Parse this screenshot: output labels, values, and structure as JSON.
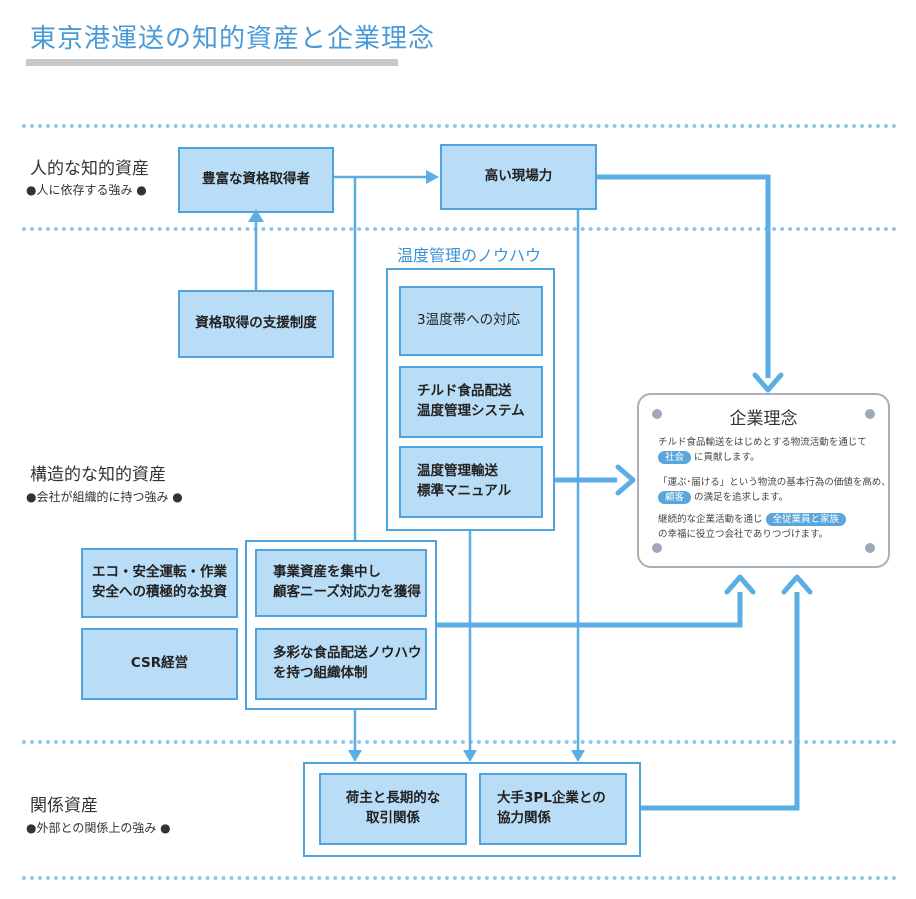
{
  "page_title": "東京港運送の知的資産と企業理念",
  "sections": {
    "human": {
      "title": "人的な知的資産",
      "subtitle": "●人に依存する強み ●"
    },
    "structural": {
      "title": "構造的な知的資産",
      "subtitle": "●会社が組織的に持つ強み ●"
    },
    "relational": {
      "title": "関係資産",
      "subtitle": "●外部との関係上の強み ●"
    }
  },
  "boxes": {
    "qualified_staff": "豊富な資格取得者",
    "field_strength": "高い現場力",
    "qualification_support": "資格取得の支援制度",
    "temp_zones": "3温度帯への対応",
    "chilled_system_1": "チルド食品配送",
    "chilled_system_2": "温度管理システム",
    "temp_manual_1": "温度管理輸送",
    "temp_manual_2": "標準マニュアル",
    "eco_1": "エコ・安全運転・作業",
    "eco_2": "安全への積極的な投資",
    "csr": "CSR経営",
    "concentration_1": "事業資産を集中し",
    "concentration_2": "顧客ニーズ対応力を獲得",
    "organization_1": "多彩な食品配送ノウハウ",
    "organization_2": "を持つ組織体制",
    "shipper_1": "荷主と長期的な",
    "shipper_2": "取引関係",
    "partner_1": "大手3PL企業との",
    "partner_2": "協力関係"
  },
  "temperature_group_title": "温度管理のノウハウ",
  "philosophy": {
    "title": "企業理念",
    "p1_line1": "チルド食品輸送をはじめとする物流活動を通じて",
    "p1_pill": "社会",
    "p1_line2": "に貢献します。",
    "p2_line1": "「運ぶ･届ける」という物流の基本行為の価値を高め、",
    "p2_pill": "顧客",
    "p2_line2": "の満足を追求します。",
    "p3_line1": "継続的な企業活動を通じ",
    "p3_pill": "全従業員と家族",
    "p3_line2": "の幸福に役立つ会社でありつづけます。"
  },
  "colors": {
    "accent": "#4a9ad8",
    "box_fill": "#b9ddf6",
    "box_border": "#4fa3de",
    "arrow": "#5aaee4",
    "dots": "#8ec7ec"
  }
}
